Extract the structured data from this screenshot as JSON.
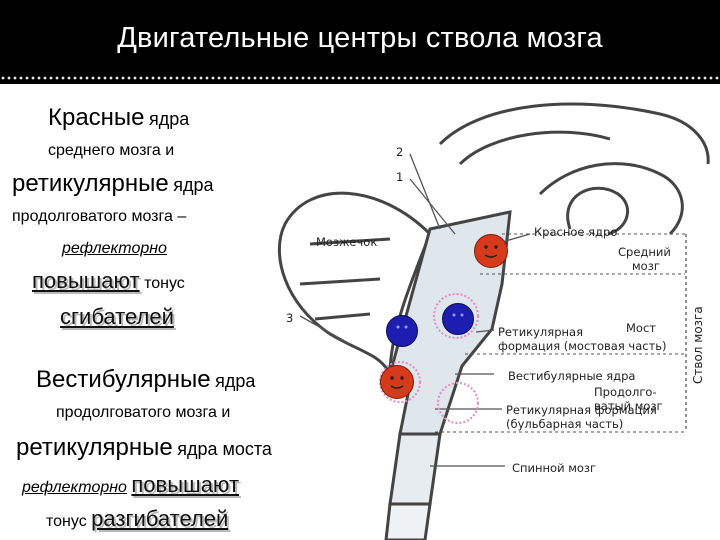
{
  "title": "Двигательные центры ствола мозга",
  "left_text": {
    "block1": {
      "line1_big": "Красные",
      "line1_small": "ядра",
      "line2": "среднего мозга и",
      "line3_big": "ретикулярные",
      "line3_small": "ядра",
      "line4": "продолговатого мозга –",
      "line5": "рефлекторно",
      "line6_emph": "повышают",
      "line6_small": "тонус",
      "line7_emph": "сгибателей"
    },
    "block2": {
      "line1_big": "Вестибулярные",
      "line1_small": "ядра",
      "line2": "продолговатого мозга и",
      "line3_big": "ретикулярные",
      "line3_small": "ядра моста",
      "line4_ital": "рефлекторно",
      "line4_emph": "повышают",
      "line5_small": "тонус",
      "line5_emph": "разгибателей"
    }
  },
  "diagram": {
    "numbers": [
      "2",
      "1",
      "3"
    ],
    "labels": {
      "cerebellum": "Мозжечок",
      "red_nucleus": "Красное ядро",
      "midbrain_1": "Средний",
      "midbrain_2": "мозг",
      "pons": "Мост",
      "ret_pons_1": "Ретикулярная",
      "ret_pons_2": "формация (мостовая часть)",
      "vestibular": "Вестибулярные ядра",
      "medulla_1": "Продолго-",
      "medulla_2": "ватый мозг",
      "ret_bulb_1": "Ретикулярная формация",
      "ret_bulb_2": "(бульбарная часть)",
      "spinal": "Спинной мозг",
      "brainstem": "Ствол мозга"
    }
  },
  "colors": {
    "red_face": "#d63a1c",
    "blue_face": "#1d1db0",
    "title_bg": "#000000"
  }
}
